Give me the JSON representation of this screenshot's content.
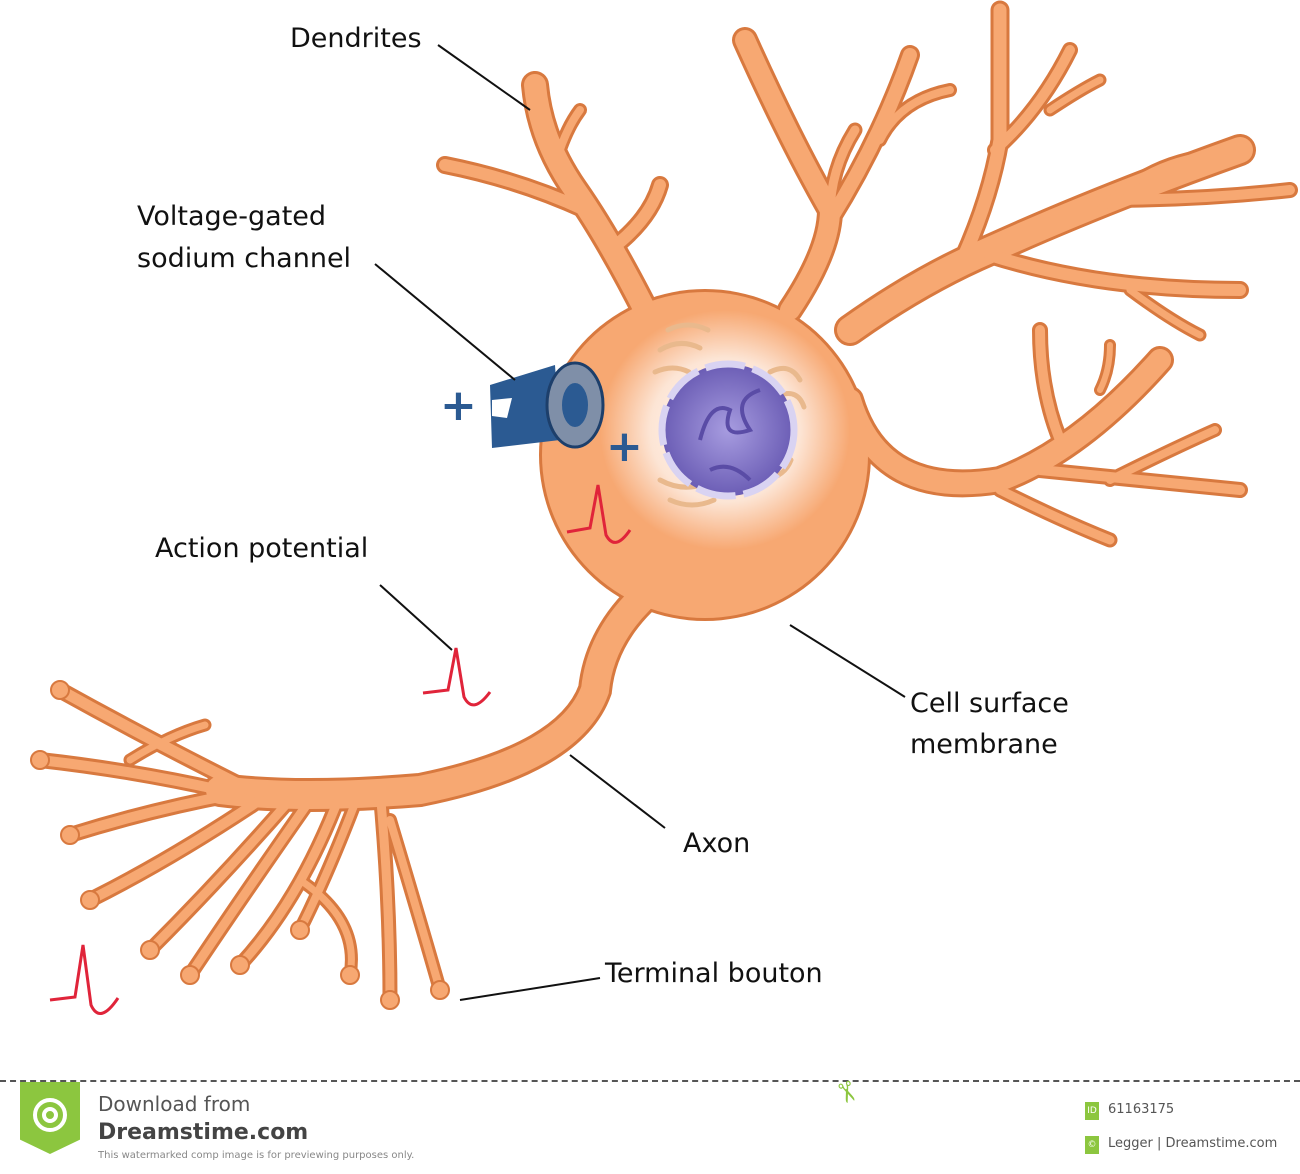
{
  "labels": {
    "dendrites": "Dendrites",
    "channel_line1": "Voltage-gated",
    "channel_line2": "sodium channel",
    "action_potential": "Action potential",
    "membrane_line1": "Cell surface",
    "membrane_line2": "membrane",
    "axon": "Axon",
    "terminal_bouton": "Terminal bouton"
  },
  "symbols": {
    "plus": "+"
  },
  "colors": {
    "cell_fill": "#f7a872",
    "cell_outline": "#d8793f",
    "nucleus": "#7668bd",
    "channel": "#2b5a92",
    "spike": "#e0243a",
    "brand_green": "#8cc63f"
  },
  "footer": {
    "download_from": "Download from",
    "site": "Dreamstime.com",
    "note": "This watermarked comp image is for previewing purposes only.",
    "id_badge": "ID",
    "image_id": "61163175",
    "credit": "Legger | Dreamstime.com",
    "copyright_icon": "©"
  }
}
